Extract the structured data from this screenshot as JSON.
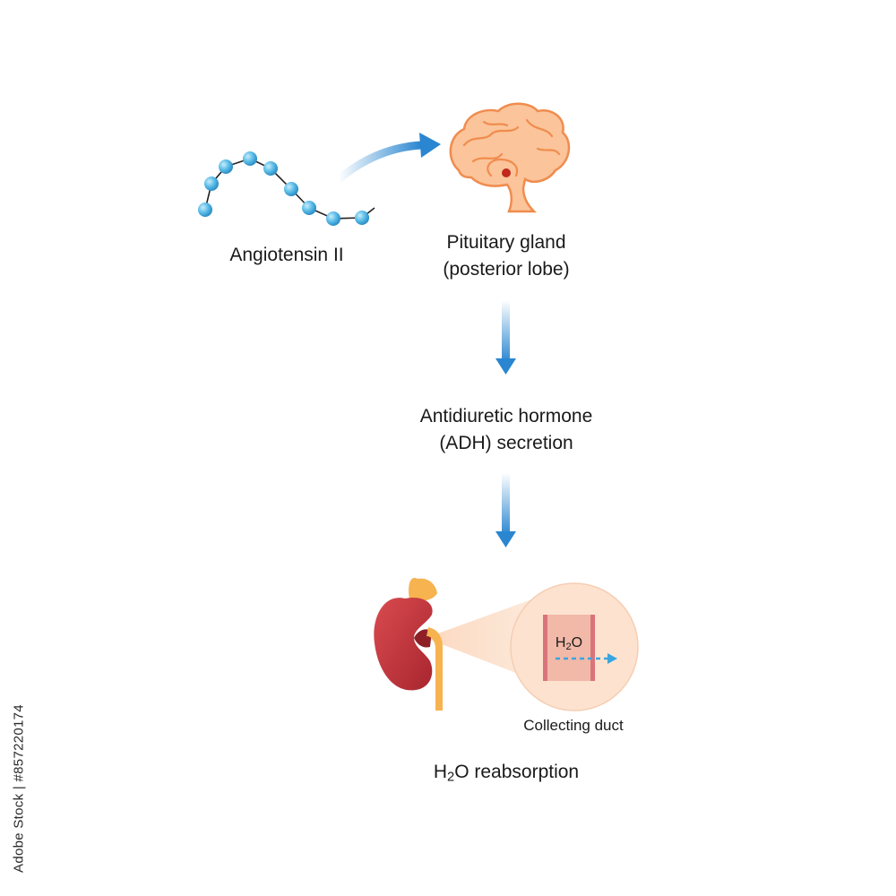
{
  "labels": {
    "angiotensin": "Angiotensin II",
    "pituitary_line1": "Pituitary gland",
    "pituitary_line2": "(posterior lobe)",
    "adh_line1": "Antidiuretic hormone",
    "adh_line2": "(ADH) secretion",
    "h2o_prefix": "H",
    "h2o_sub": "2",
    "h2o_suffix": "O",
    "reabsorption_suffix": "O reabsorption",
    "collecting_duct": "Collecting duct"
  },
  "watermark": "Adobe Stock | #857220174",
  "colors": {
    "bead": "#5bbde8",
    "arrow": "#2a86d0",
    "brain": "#f7a86f",
    "kidney": "#c9373f",
    "duct": "#f0a6a0",
    "zoom": "#fde8d8"
  }
}
